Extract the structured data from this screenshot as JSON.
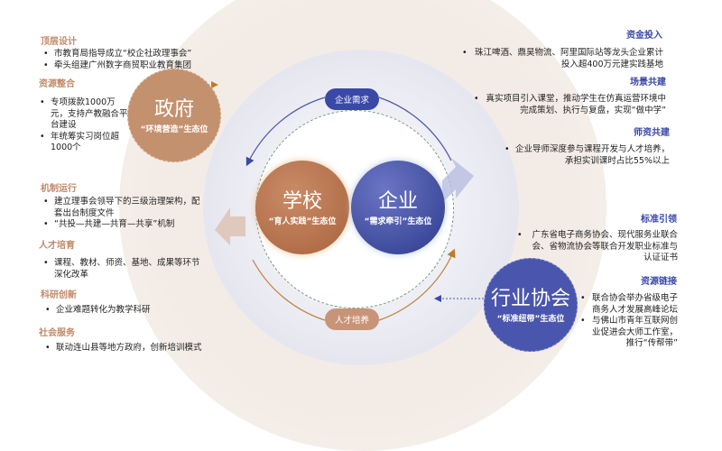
{
  "left": {
    "sections": [
      {
        "title": "顶层设计",
        "items": [
          "市教育局指导成立“校企社政理事会”",
          "牵头组建广州数字商贸职业教育集团"
        ]
      },
      {
        "title": "资源整合",
        "items": [
          "专项拨款1000万元，支持产教融合平台建设",
          "年统筹实习岗位超1000个"
        ]
      },
      {
        "title": "机制运行",
        "items": [
          "建立理事会领导下的三级治理架构，配套出台制度文件",
          "“共投—共建—共育—共享”机制"
        ]
      },
      {
        "title": "人才培育",
        "items": [
          "课程、教材、师资、基地、成果等环节深化改革"
        ]
      },
      {
        "title": "科研创新",
        "items": [
          "企业难题转化为教学科研"
        ]
      },
      {
        "title": "社会服务",
        "items": [
          "联动连山县等地方政府，创新培训模式"
        ]
      }
    ]
  },
  "right": {
    "sections": [
      {
        "title": "资金投入",
        "items": [
          "珠江啤酒、鼎昊物流、阿里国际站等龙头企业累计投入超400万元建实践基地"
        ]
      },
      {
        "title": "场景共建",
        "items": [
          "真实项目引入课堂，推动学生在仿真运营环境中完成策划、执行与复盘，实现“做中学”"
        ]
      },
      {
        "title": "师资共建",
        "items": [
          "企业导师深度参与课程开发与人才培养，承担实训课时占比55%以上"
        ]
      },
      {
        "title": "标准引领",
        "items": [
          "广东省电子商务协会、现代服务业联合会、省物流协会等联合开发职业标准与认证证书"
        ]
      },
      {
        "title": "资源链接",
        "items": [
          "联合协会举办省级电子商务人才发展高峰论坛",
          "与佛山市青年互联网创业促进会大师工作室，推行“传帮带”"
        ]
      }
    ]
  },
  "nodes": {
    "government": {
      "title": "政府",
      "subtitle": "“环境营造”生态位"
    },
    "school": {
      "title": "学校",
      "subtitle": "“育人实践”生态位"
    },
    "enterprise": {
      "title": "企业",
      "subtitle": "“需求牵引”生态位"
    },
    "association": {
      "title": "行业协会",
      "subtitle": "“标准纽带”生态位"
    }
  },
  "labels": {
    "demand": "企业需求",
    "talent": "人才培养"
  },
  "colors": {
    "brown": "#c4916f",
    "blue": "#4a56ad",
    "beige": "#f6efe9",
    "lavender": "#e6e6f0"
  }
}
